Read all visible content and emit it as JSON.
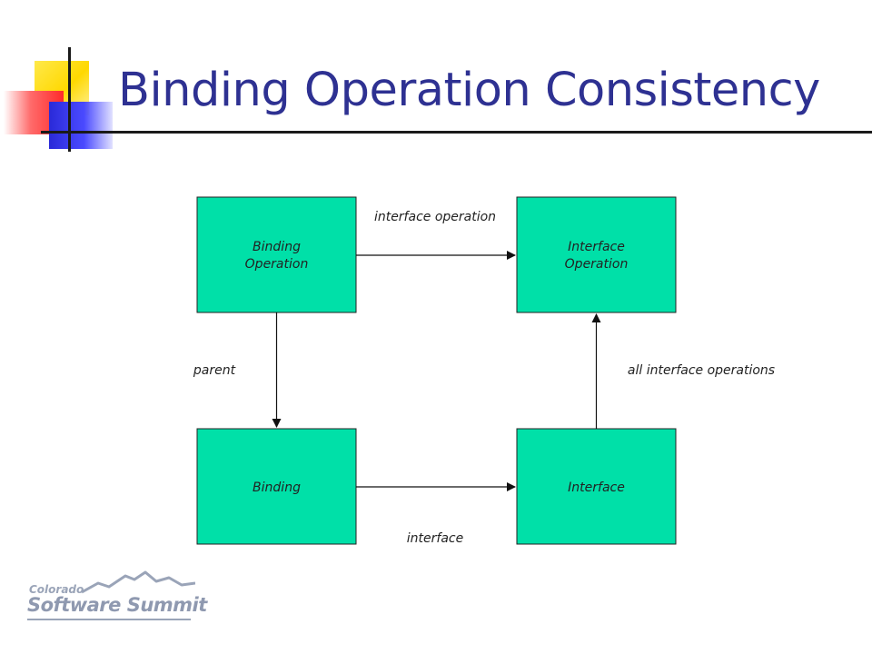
{
  "slide": {
    "title": "Binding Operation Consistency"
  },
  "diagram": {
    "nodes": {
      "binding_operation": [
        "Binding",
        "Operation"
      ],
      "interface_operation": [
        "Interface",
        "Operation"
      ],
      "binding": [
        "Binding"
      ],
      "interface": [
        "Interface"
      ]
    },
    "edges": {
      "interface_operation": "interface operation",
      "parent": "parent",
      "all_interface_operations": "all interface operations",
      "interface": "interface"
    },
    "colors": {
      "node_fill": "#00e0a8",
      "node_stroke": "#222222",
      "title": "#2e3192"
    }
  },
  "logo": {
    "top": "Colorado",
    "main": "Software Summit"
  }
}
